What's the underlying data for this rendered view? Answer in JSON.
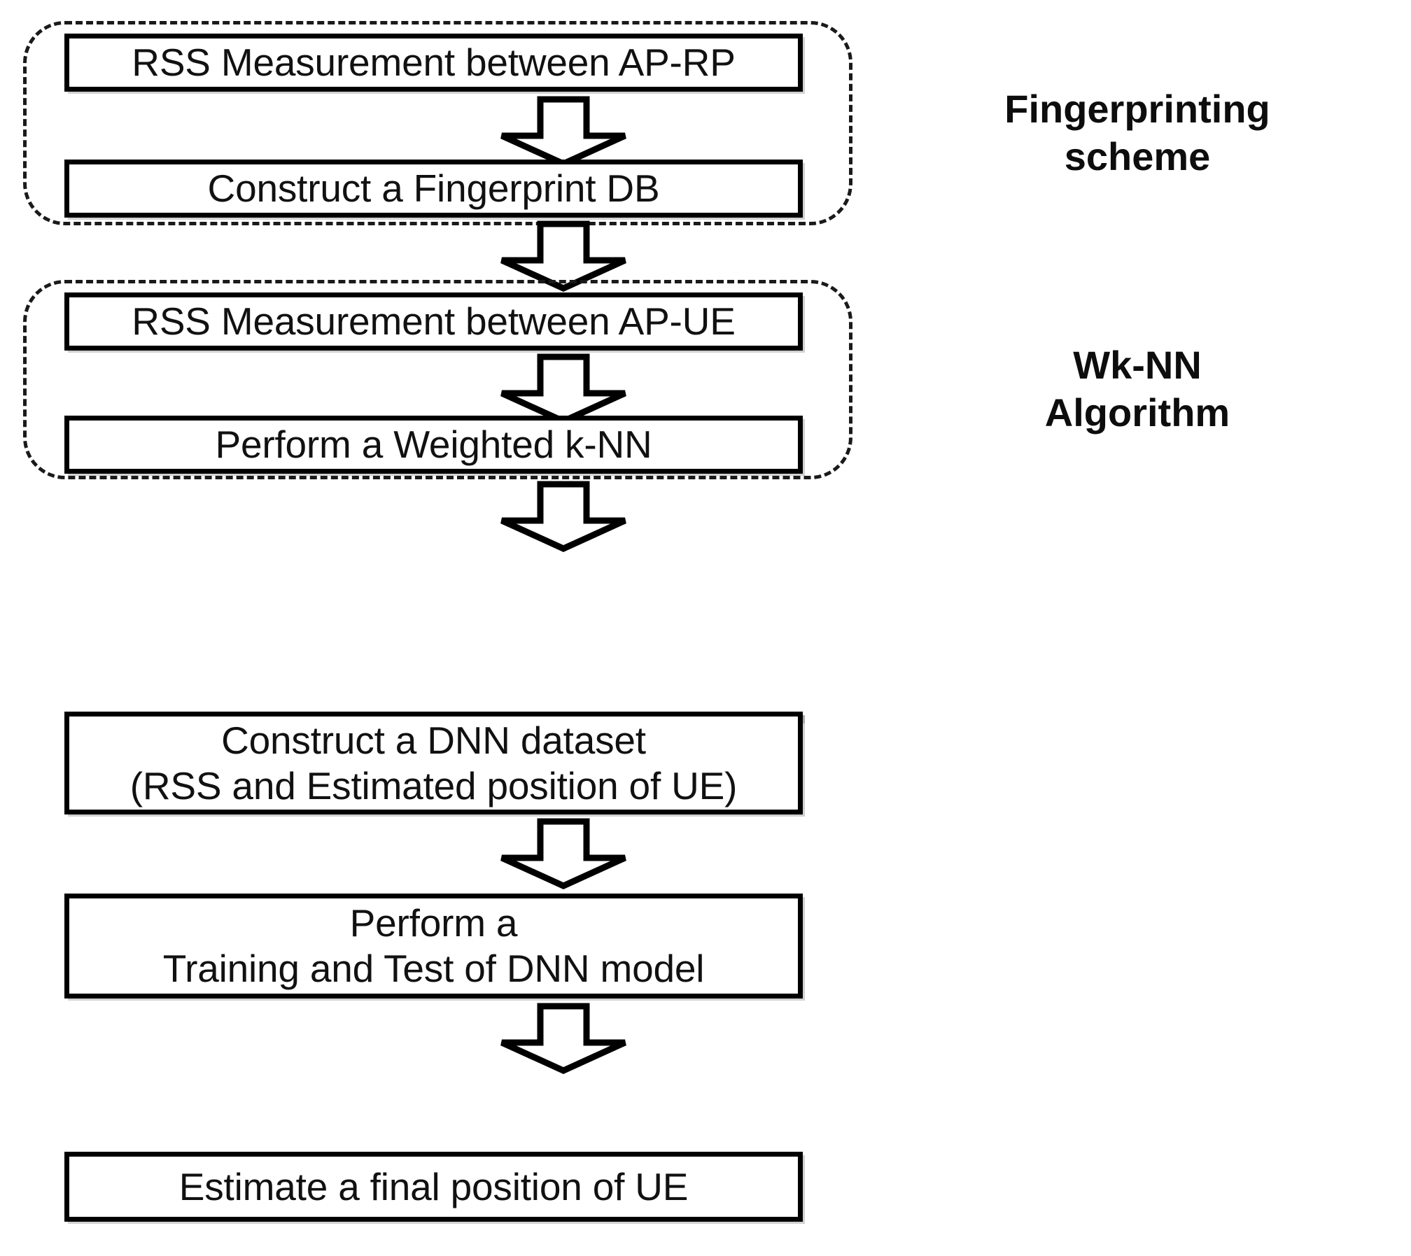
{
  "diagram": {
    "title": "Indoor positioning flowchart: fingerprinting + Wk-NN + DNN",
    "type": "flowchart",
    "orientation": "top-to-bottom",
    "colors": {
      "background": "#ffffff",
      "node_border": "#000000",
      "node_fill": "#ffffff",
      "group_border": "#1a1a1a",
      "arrow_stroke": "#000000",
      "arrow_fill": "#ffffff",
      "text": "#111111"
    }
  },
  "groups": [
    {
      "id": "group-fingerprinting",
      "label": "Fingerprinting\nscheme",
      "label_line1": "Fingerprinting",
      "label_line2": "scheme",
      "border_style": "dashed",
      "contains": [
        "node-rss-ap-rp",
        "node-construct-fingerprint-db"
      ]
    },
    {
      "id": "group-wknn",
      "label": "Wk-NN\nAlgorithm",
      "label_line1": "Wk-NN",
      "label_line2": "Algorithm",
      "border_style": "dashed",
      "contains": [
        "node-rss-ap-ue",
        "node-perform-weighted-knn"
      ]
    }
  ],
  "nodes": [
    {
      "id": "node-rss-ap-rp",
      "label": "RSS Measurement between AP-RP",
      "step": 1,
      "group": "group-fingerprinting"
    },
    {
      "id": "node-construct-fingerprint-db",
      "label": "Construct a Fingerprint DB",
      "step": 2,
      "group": "group-fingerprinting"
    },
    {
      "id": "node-rss-ap-ue",
      "label": "RSS Measurement between AP-UE",
      "step": 3,
      "group": "group-wknn"
    },
    {
      "id": "node-perform-weighted-knn",
      "label": "Perform a Weighted k-NN",
      "step": 4,
      "group": "group-wknn"
    },
    {
      "id": "node-construct-dnn-dataset",
      "label": "Construct a DNN dataset\n(RSS and Estimated position of UE)",
      "label_line1": "Construct a DNN dataset",
      "label_line2": "(RSS and Estimated position of UE)",
      "step": 5,
      "group": null
    },
    {
      "id": "node-train-test-dnn",
      "label": "Perform a\nTraining and Test of DNN model",
      "label_line1": "Perform a",
      "label_line2": "Training and Test of DNN model",
      "step": 6,
      "group": null
    },
    {
      "id": "node-estimate-final-position",
      "label": "Estimate a final position of UE",
      "step": 7,
      "group": null
    }
  ],
  "edges": [
    {
      "id": "edge-1",
      "from": "node-rss-ap-rp",
      "to": "node-construct-fingerprint-db",
      "marker": "block-arrow-down"
    },
    {
      "id": "edge-2",
      "from": "node-construct-fingerprint-db",
      "to": "node-rss-ap-ue",
      "marker": "block-arrow-down"
    },
    {
      "id": "edge-3",
      "from": "node-rss-ap-ue",
      "to": "node-perform-weighted-knn",
      "marker": "block-arrow-down"
    },
    {
      "id": "edge-4",
      "from": "node-perform-weighted-knn",
      "to": "node-construct-dnn-dataset",
      "marker": "block-arrow-down"
    },
    {
      "id": "edge-5",
      "from": "node-construct-dnn-dataset",
      "to": "node-train-test-dnn",
      "marker": "block-arrow-down"
    },
    {
      "id": "edge-6",
      "from": "node-train-test-dnn",
      "to": "node-estimate-final-position",
      "marker": "block-arrow-down"
    }
  ]
}
